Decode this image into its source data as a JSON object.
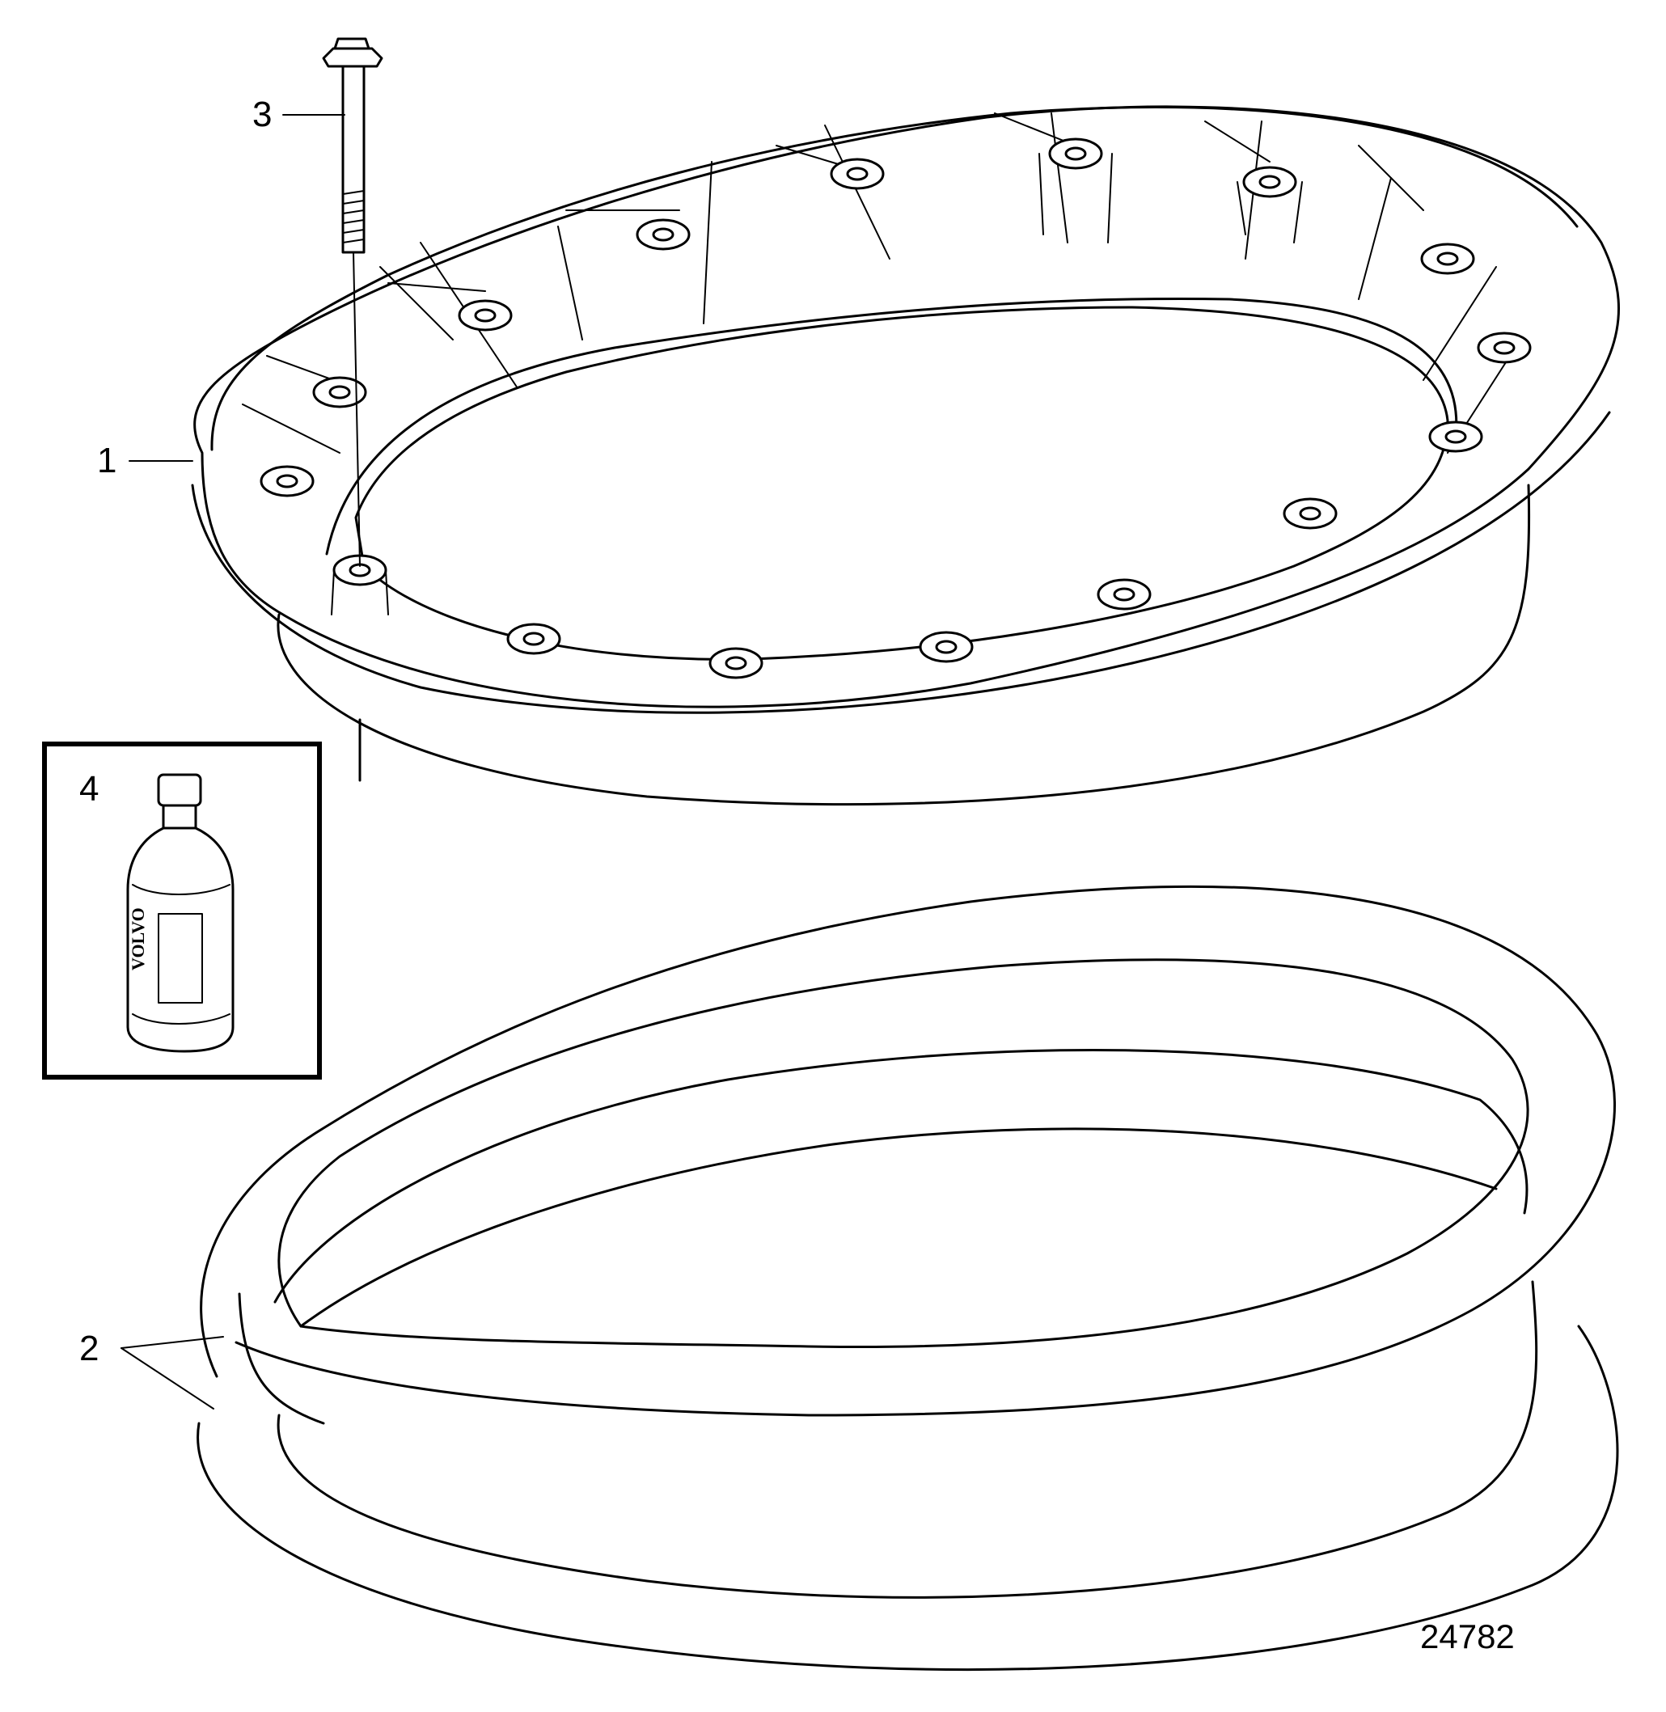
{
  "callouts": {
    "c1": "1",
    "c2": "2",
    "c3": "3",
    "c4": "4"
  },
  "figure_number": "24782",
  "bottle_logo": "VOLVO",
  "parts": {
    "oil_pan": "oil-pan",
    "gasket": "gasket",
    "bolt": "bolt",
    "sealant": "sealant-bottle"
  }
}
